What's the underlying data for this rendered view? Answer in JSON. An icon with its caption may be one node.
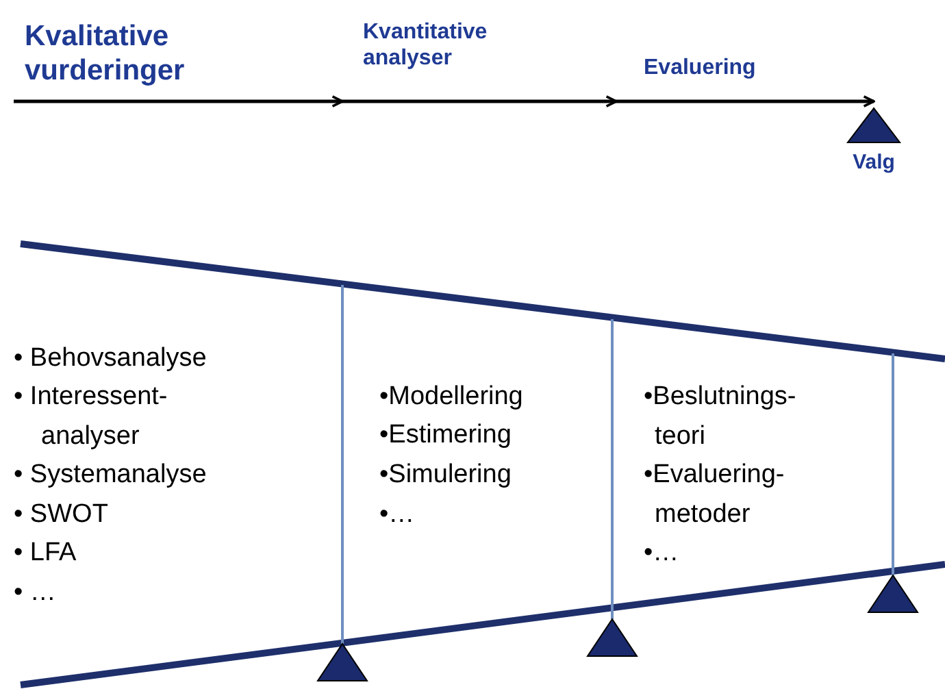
{
  "diagram": {
    "nodes": [
      {
        "text": [
          "Valg"
        ]
      }
    ],
    "labels": [
      "Kvalitative vurderinger",
      "Kvantitative analyser",
      "Evaluering",
      "• Behovsanalyse",
      "• Interessent- analyser",
      "• Systemanalyse",
      "• SWOT",
      "• LFA",
      "• …",
      "•Modellering",
      "•Estimering",
      "•Simulering",
      "•…",
      "•Beslutnings- teori",
      "•Evaluering- metoder",
      "•…"
    ]
  }
}
